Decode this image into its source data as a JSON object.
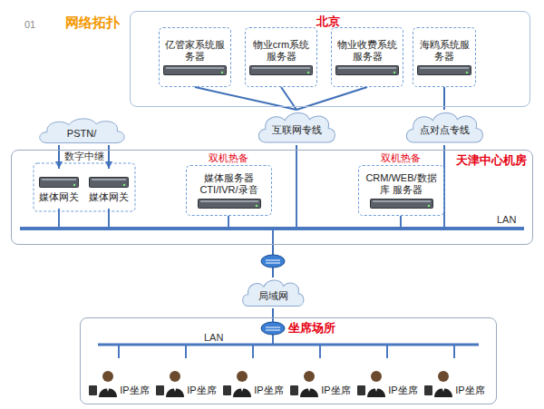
{
  "diagram": {
    "title": "网络拓扑",
    "nodes": [
      {
        "text": [
          "北京"
        ]
      },
      {
        "text": [
          "亿管家系统服务器"
        ],
        "in": 0
      },
      {
        "text": [
          "物业crm系统服务器"
        ],
        "in": 0
      },
      {
        "text": [
          "物业收费系统服务器"
        ],
        "in": 0
      },
      {
        "text": [
          "海鸥系统服务器"
        ],
        "in": 0
      },
      {
        "text": [
          "互联网专线"
        ]
      },
      {
        "text": [
          "点对点专线"
        ]
      },
      {
        "text": [
          "PSTN/"
        ]
      },
      {
        "text": [
          "天津中心机房"
        ]
      },
      {
        "text": [
          "媒体网关"
        ],
        "in": 8
      },
      {
        "text": [
          "媒体网关"
        ],
        "in": 8
      },
      {
        "text": [
          "媒体服务器 CTI/IVR/录音"
        ],
        "in": 8
      },
      {
        "text": [
          "CRM/WEB/数据库 服务器"
        ],
        "in": 8
      },
      {
        "text": [
          "局域网"
        ]
      },
      {
        "text": [
          "坐席场所"
        ]
      },
      {
        "text": [
          "IP坐席"
        ],
        "in": 14
      },
      {
        "text": [
          "IP坐席"
        ],
        "in": 14
      },
      {
        "text": [
          "IP坐席"
        ],
        "in": 14
      },
      {
        "text": [
          "IP坐席"
        ],
        "in": 14
      },
      {
        "text": [
          "IP坐席"
        ],
        "in": 14
      },
      {
        "text": [
          "IP坐席"
        ],
        "in": 14
      }
    ],
    "edges": [
      {
        "from": 1,
        "to": 5,
        "arrow": "none"
      },
      {
        "from": 2,
        "to": 5,
        "arrow": "none"
      },
      {
        "from": 3,
        "to": 5,
        "arrow": "none"
      },
      {
        "from": 4,
        "to": 6,
        "arrow": "none"
      },
      {
        "from": 7,
        "to": 9,
        "arrow": "to"
      },
      {
        "from": 7,
        "to": 10,
        "arrow": "to"
      },
      {
        "from": 5,
        "to": 8,
        "arrow": "none"
      },
      {
        "from": 6,
        "to": 8,
        "arrow": "none"
      },
      {
        "from": 8,
        "to": 13,
        "arrow": "none"
      },
      {
        "from": 13,
        "to": 14,
        "arrow": "none"
      }
    ],
    "labels": [
      "01",
      "数字中继",
      "双机热备",
      "双机热备",
      "LAN",
      "LAN"
    ]
  }
}
